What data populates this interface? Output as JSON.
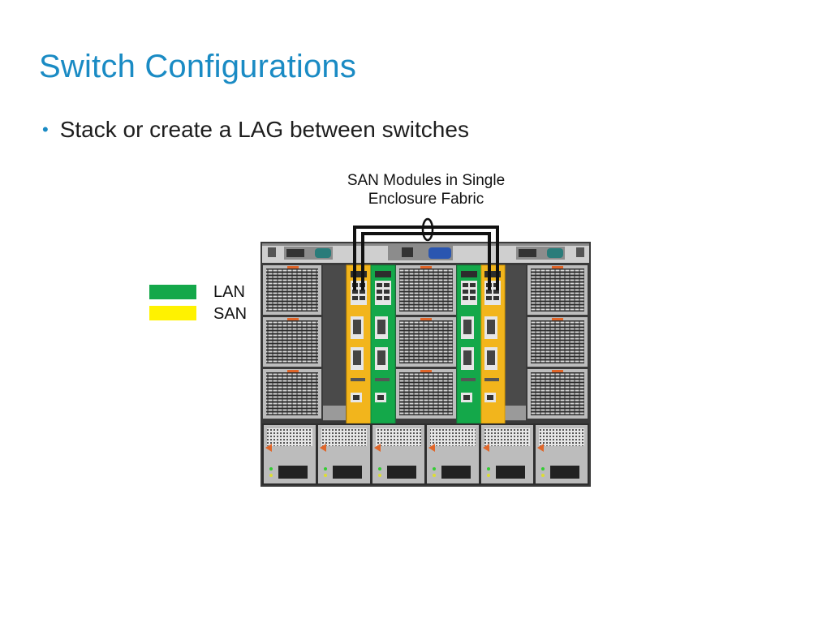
{
  "slide": {
    "title": "Switch Configurations",
    "bullets": [
      "Stack or create a LAG between switches"
    ]
  },
  "diagram": {
    "caption_lines": [
      "SAN Modules in Single",
      "Enclosure Fabric"
    ],
    "legend": [
      {
        "label": "LAN",
        "color": "#14a84a"
      },
      {
        "label": "SAN",
        "color": "#fff200"
      }
    ],
    "colors": {
      "lan_module": "#14a84a",
      "san_module": "#f2b51c",
      "chassis": "#3a3a3a",
      "cable": "#111111"
    }
  }
}
